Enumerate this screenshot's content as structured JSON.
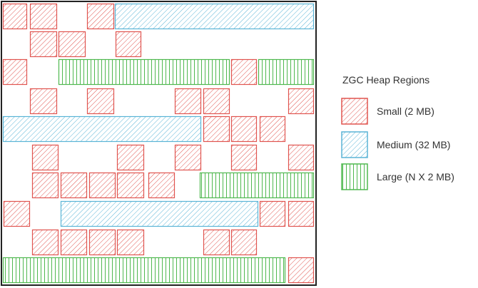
{
  "legend": {
    "title": "ZGC Heap Regions",
    "items": [
      {
        "key": "small",
        "label": "Small (2 MB)"
      },
      {
        "key": "medium",
        "label": "Medium (32 MB)"
      },
      {
        "key": "large",
        "label": "Large (N X 2 MB)"
      }
    ]
  },
  "colors": {
    "small": "#e0544f",
    "medium": "#5ab4d6",
    "large": "#4fb84f",
    "border": "#222222"
  }
}
